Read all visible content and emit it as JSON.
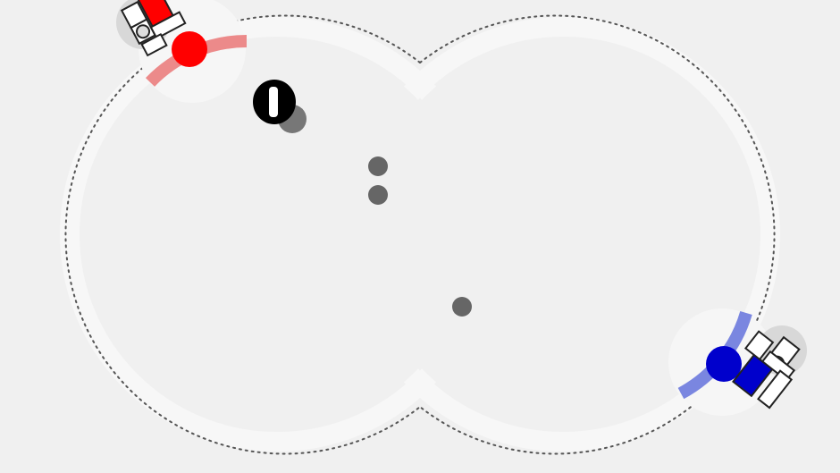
{
  "game": {
    "arena": {
      "shape": "double-circle",
      "floor_color": "#f0f0f0",
      "boundary_style": "dotted",
      "boundary_color": "#555555",
      "inner_ring_color": "#f7f7f7"
    },
    "players": [
      {
        "name": "red",
        "color": "#ff0000",
        "paddle_color": "#ec8a8a",
        "icon": "robot-icon"
      },
      {
        "name": "blue",
        "color": "#0000cc",
        "paddle_color": "#7a86e0",
        "icon": "robot-icon"
      }
    ],
    "ball": {
      "icon": "striped-ball-icon",
      "colors": [
        "#000000",
        "#ffffff"
      ]
    },
    "dots": {
      "count": 3,
      "color": "#666666"
    }
  }
}
